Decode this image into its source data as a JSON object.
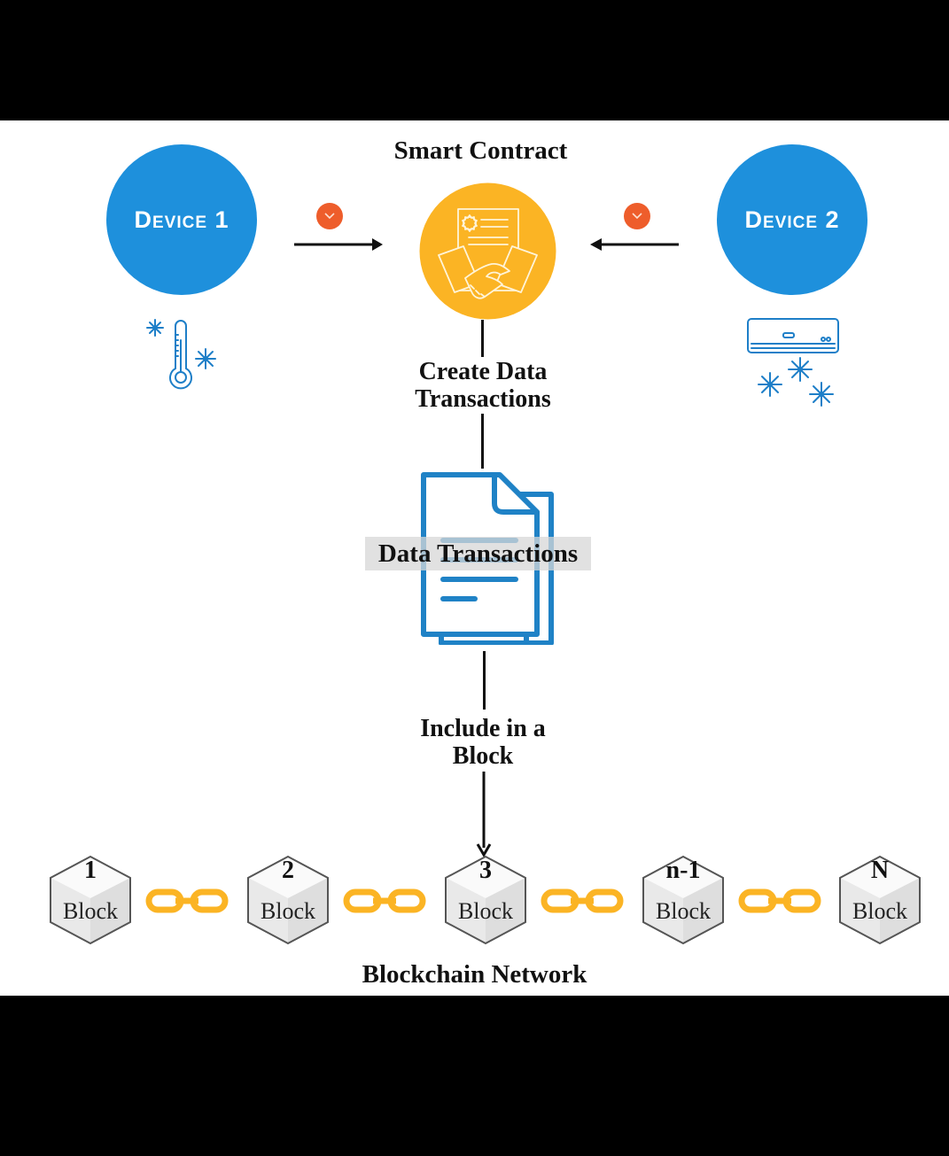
{
  "diagram": {
    "smart_contract": {
      "title": "Smart Contract",
      "icon": "handshake-contract-icon",
      "color": "#fbb424"
    },
    "devices": [
      {
        "label": "Device 1",
        "icon": "thermometer-snowflake-icon",
        "color": "#1e90dc"
      },
      {
        "label": "Device 2",
        "icon": "air-conditioner-icon",
        "color": "#1e90dc"
      }
    ],
    "badge_icon": "chevron-down-icon",
    "badge_color": "#ee5d2b",
    "steps": {
      "create": "Create Data Transactions",
      "create_lines": [
        "Create Data",
        "Transactions"
      ],
      "data_transactions": "Data Transactions",
      "include_lines": [
        "Include in a",
        "Block"
      ]
    },
    "blocks": [
      {
        "number": "1",
        "label": "Block"
      },
      {
        "number": "2",
        "label": "Block"
      },
      {
        "number": "3",
        "label": "Block"
      },
      {
        "number": "n-1",
        "label": "Block"
      },
      {
        "number": "N",
        "label": "Block"
      }
    ],
    "chain_color": "#fbb424",
    "network_label": "Blockchain Network"
  }
}
